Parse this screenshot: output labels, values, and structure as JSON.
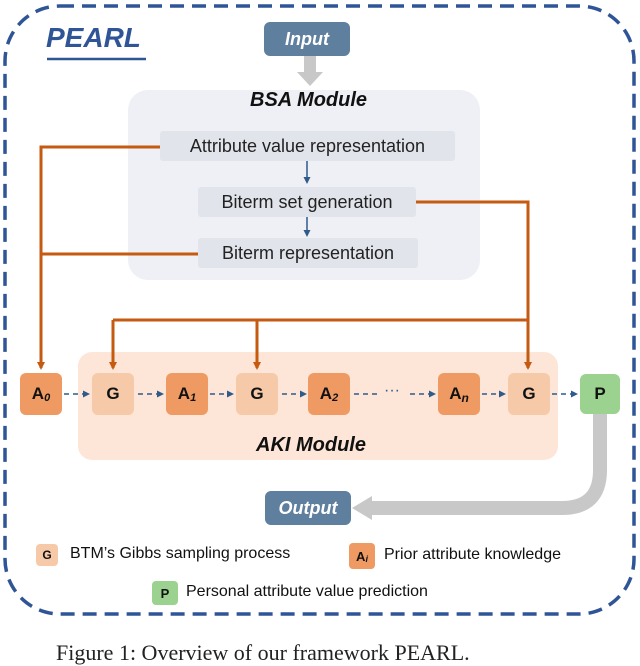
{
  "framework": {
    "title": "PEARL"
  },
  "input": {
    "label": "Input"
  },
  "output": {
    "label": "Output"
  },
  "bsa": {
    "title": "BSA Module",
    "steps": [
      "Attribute value representation",
      "Biterm set generation",
      "Biterm representation"
    ]
  },
  "aki": {
    "title": "AKI Module"
  },
  "chain": {
    "a0": {
      "letter": "A",
      "sub": "0"
    },
    "g": "G",
    "a1": {
      "letter": "A",
      "sub": "1"
    },
    "a2": {
      "letter": "A",
      "sub": "2"
    },
    "ellipsis": "···",
    "an": {
      "letter": "A",
      "sub": "n"
    },
    "p": "P"
  },
  "legend": {
    "g": {
      "glyph": "G",
      "text": "BTM’s Gibbs sampling process"
    },
    "a": {
      "letter": "A",
      "sub": "i",
      "text": "Prior attribute knowledge"
    },
    "p": {
      "glyph": "P",
      "text": "Personal attribute  value prediction"
    }
  },
  "caption": "Figure 1: Overview of our framework PEARL.",
  "colors": {
    "outer_border": "#2f5597",
    "orange_line": "#c55a11",
    "flow_arrow": "#2e5b8c",
    "bsa_bg": "#eef0f5",
    "aki_bg": "#fde6d8",
    "io_box": "#5f7f9f",
    "node_g": "#f6c9a8",
    "node_a": "#ee9a62",
    "node_p": "#9bd28f",
    "gray_arrow": "#c8c8c8"
  }
}
